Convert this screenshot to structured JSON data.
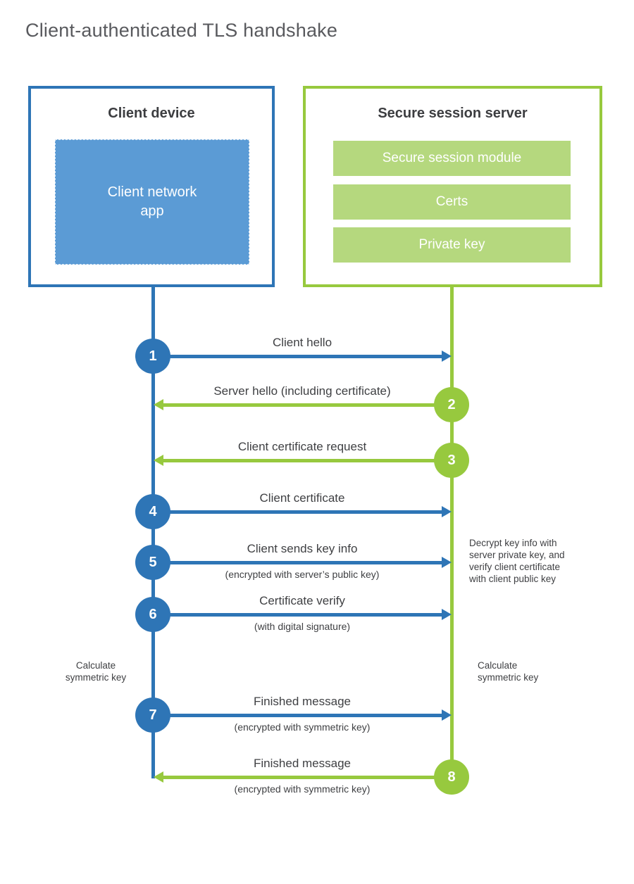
{
  "title": "Client-authenticated TLS handshake",
  "colors": {
    "client_accent": "#2e75b6",
    "client_fill": "#5b9bd5",
    "server_accent": "#97c93e",
    "server_fill": "#b5d87e",
    "text": "#3f4043",
    "title_text": "#595a5e"
  },
  "client": {
    "title": "Client device",
    "app_label": "Client network\napp"
  },
  "server": {
    "title": "Secure session server",
    "modules": [
      "Secure session module",
      "Certs",
      "Private key"
    ]
  },
  "messages": [
    {
      "num": "1",
      "label": "Client hello",
      "sub": "",
      "from": "client",
      "to": "server"
    },
    {
      "num": "2",
      "label": "Server hello (including certificate)",
      "sub": "",
      "from": "server",
      "to": "client"
    },
    {
      "num": "3",
      "label": "Client certificate request",
      "sub": "",
      "from": "server",
      "to": "client"
    },
    {
      "num": "4",
      "label": "Client certificate",
      "sub": "",
      "from": "client",
      "to": "server"
    },
    {
      "num": "5",
      "label": "Client sends key info",
      "sub": "(encrypted with server’s public key)",
      "from": "client",
      "to": "server"
    },
    {
      "num": "6",
      "label": "Certificate verify",
      "sub": "(with digital signature)",
      "from": "client",
      "to": "server"
    },
    {
      "num": "7",
      "label": "Finished message",
      "sub": "(encrypted with symmetric key)",
      "from": "client",
      "to": "server"
    },
    {
      "num": "8",
      "label": "Finished message",
      "sub": "(encrypted with symmetric key)",
      "from": "server",
      "to": "client"
    }
  ],
  "annotations": {
    "server_note": "Decrypt key info with\nserver private key, and\nverify client certificate\nwith client public key",
    "client_calc": "Calculate\nsymmetric key",
    "server_calc": "Calculate\nsymmetric key"
  }
}
